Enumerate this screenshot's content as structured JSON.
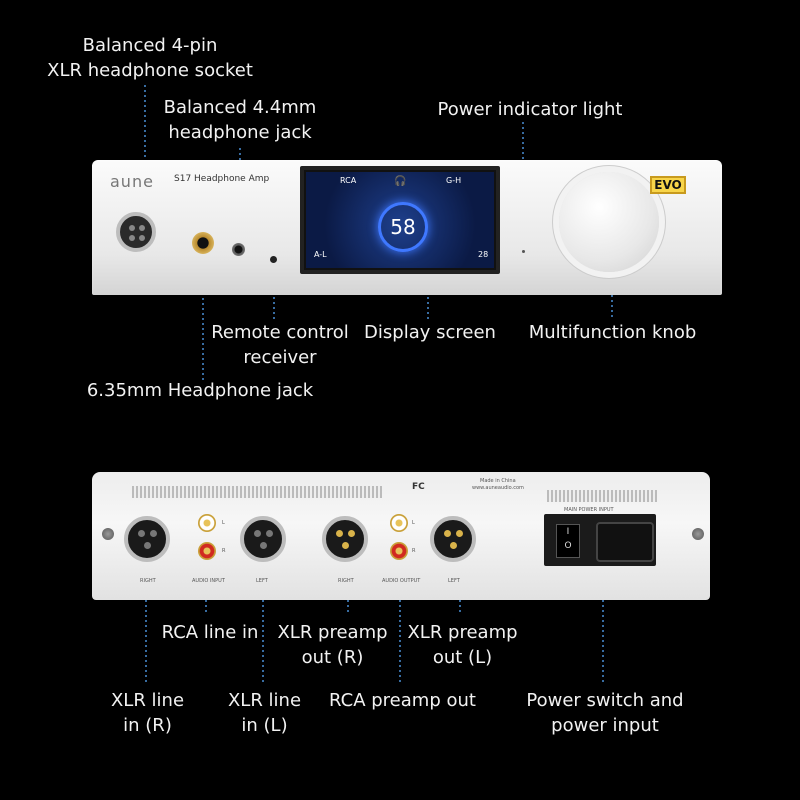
{
  "front_labels": {
    "xlr_socket": "Balanced 4-pin\nXLR headphone socket",
    "jack_44": "Balanced 4.4mm\nheadphone jack",
    "power_light": "Power indicator light",
    "remote": "Remote control\nreceiver",
    "display": "Display screen",
    "knob": "Multifunction knob",
    "jack_635": "6.35mm Headphone jack"
  },
  "back_labels": {
    "rca_in": "RCA line in",
    "xlr_out_r": "XLR preamp\nout (R)",
    "xlr_out_l": "XLR preamp\nout (L)",
    "xlr_in_r": "XLR line\nin (R)",
    "xlr_in_l": "XLR line\nin (L)",
    "rca_out": "RCA preamp out",
    "power": "Power switch and\npower input"
  },
  "device": {
    "brand": "aune",
    "model": "S17  Headphone Amp",
    "evo": "EVO",
    "screen": {
      "input": "RCA",
      "mode": "G-H",
      "volume": "58",
      "bottom_left": "A-L",
      "bottom_right": "28"
    }
  },
  "rear_panel": {
    "right": "RIGHT",
    "audio_input": "AUDIO  INPUT",
    "left": "LEFT",
    "right2": "RIGHT",
    "audio_output": "AUDIO OUTPUT",
    "left2": "LEFT",
    "l": "L",
    "r": "R",
    "l2": "L",
    "r2": "R",
    "made_in": "Made in China",
    "url": "www.auneaudio.com",
    "main_power": "MAIN POWER INPUT",
    "fc": "FC"
  },
  "colors": {
    "background": "#000000",
    "label": "#f2f2f2",
    "guide_line": "#4a8fd6",
    "screen_ring": "#3f78ff"
  }
}
